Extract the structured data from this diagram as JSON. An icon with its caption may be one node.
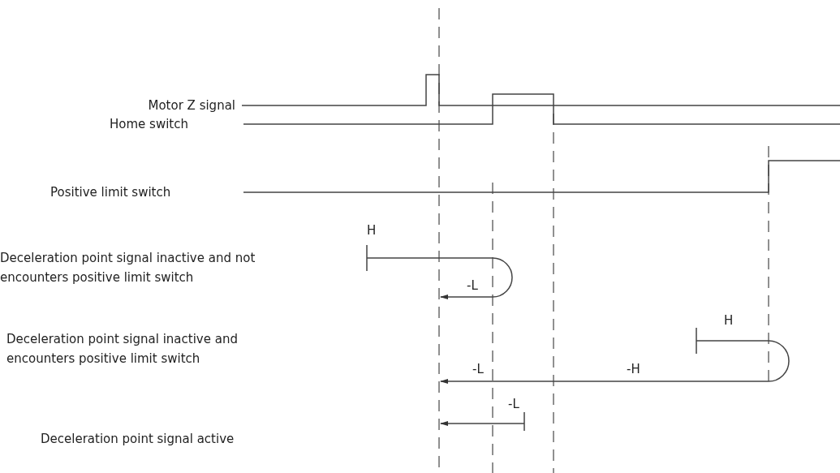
{
  "diagram": {
    "labels": [
      "Motor Z signal",
      "Home switch",
      "Positive limit switch",
      "H",
      "Deceleration point signal inactive and not encounters positive limit switch",
      "-L",
      "H",
      "Deceleration point signal inactive and encounters positive limit switch",
      "-L",
      "-H",
      "Deceleration point signal active",
      "-L"
    ]
  }
}
